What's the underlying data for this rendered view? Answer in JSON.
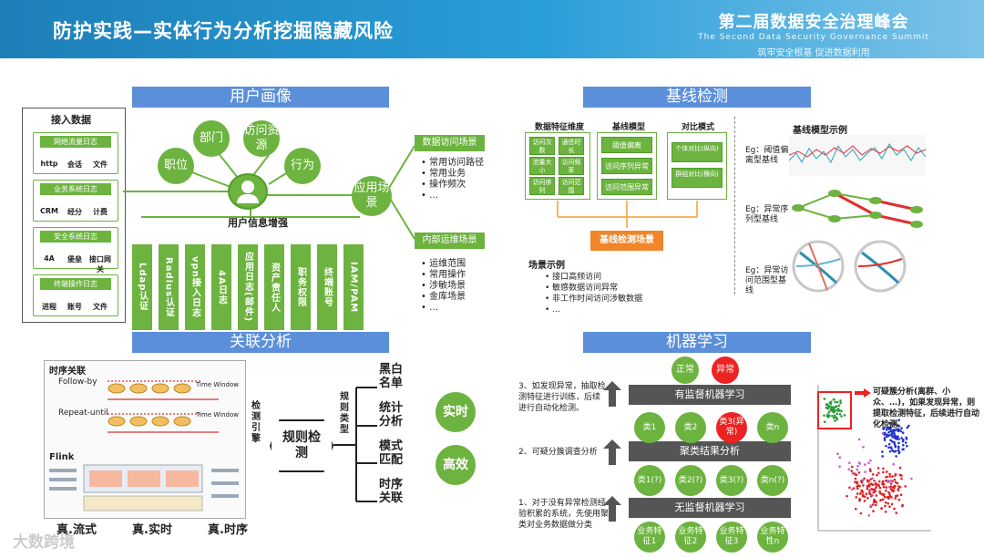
{
  "header": {
    "title": "防护实践—实体行为分析挖掘隐藏风险",
    "summit_title": "第二届数据安全治理峰会",
    "summit_en": "The Second Data Security Governance Summit",
    "summit_slogan": "筑牢安全根基  促进数据利用"
  },
  "user_profile": {
    "band": "用户画像",
    "access_title": "接入数据",
    "groups": [
      {
        "title": "网络流量日志",
        "items": [
          "http",
          "会话",
          "文件"
        ]
      },
      {
        "title": "业务系统日志",
        "items": [
          "CRM",
          "经分",
          "计费"
        ]
      },
      {
        "title": "安全系统日志",
        "items": [
          "4A",
          "堡垒",
          "接口网关"
        ]
      },
      {
        "title": "终端操作日志",
        "items": [
          "进程",
          "账号",
          "文件"
        ]
      }
    ],
    "circles": {
      "dept": "部门",
      "pos": "职位",
      "res": "访问资源",
      "beh": "行为",
      "app": "应用场景"
    },
    "enhance": "用户信息增强",
    "bars": [
      "Ldap认证",
      "Radius认证",
      "vpn接入日志",
      "4A日志",
      "应用日志(邮件)",
      "资产责任人",
      "职务权限",
      "终端账号",
      "IAM/PAM"
    ],
    "scene1_title": "数据访问场景",
    "scene1_items": [
      "常用访问路径",
      "常用业务",
      "操作频次",
      "…"
    ],
    "scene2_title": "内部运维场景",
    "scene2_items": [
      "运维范围",
      "常用操作",
      "涉敏场景",
      "金库场景",
      "…"
    ]
  },
  "baseline": {
    "band": "基线检测",
    "col1": "数据特征维度",
    "col2": "基线模型",
    "col3": "对比模式",
    "feat": [
      "访问次数",
      "通信时长",
      "流量大小",
      "访问频率",
      "访问序列",
      "访问范围"
    ],
    "models": [
      "阈值偏离",
      "访问序列异常",
      "访问范围异常"
    ],
    "compare": [
      "个体对比(纵向)",
      "群组对比(横向)"
    ],
    "scene_btn": "基线检测场景",
    "ex_title": "场景示例",
    "ex_items": [
      "接口高频访问",
      "敏感数据访问异常",
      "非工作时间访问涉敏数据",
      "…"
    ],
    "model_ex_title": "基线模型示例",
    "eg1": "Eg：阈值偏离型基线",
    "eg2": "Eg：异常序列型基线",
    "eg3": "Eg：异常访问范围型基线"
  },
  "correlation": {
    "band": "关联分析",
    "seq_title": "时序关联",
    "follow": "Follow-by",
    "repeat": "Repeat-until",
    "timewin": "Time Window",
    "flink": "Flink",
    "engine": "检测引擎",
    "rule": "规则检测",
    "rule_type": "规则类型",
    "types": [
      "黑白名单",
      "统计分析",
      "模式匹配",
      "时序关联"
    ],
    "c1": "实时",
    "c2": "高效",
    "bottom": [
      "真.流式",
      "真.实时",
      "真.时序"
    ],
    "watermark": "大数跨境"
  },
  "ml": {
    "band": "机器学习",
    "normal": "正常",
    "abnormal": "异常",
    "s1": "有监督机器学习",
    "s2": "聚类结果分析",
    "s3": "无监督机器学习",
    "t3": "3、如发现异常，抽取检测特征进行训练，后续进行自动化检测。",
    "t2": "2、可疑分簇调查分析",
    "t1": "1、对于没有异常检测经验积累的系统，先使用聚类对业务数据做分类",
    "row1": [
      "类1",
      "类2",
      "类3(异常)",
      "类n"
    ],
    "row2": [
      "类1(?)",
      "类2(?)",
      "类3(?)",
      "类n(?)"
    ],
    "row3": [
      "业务特征1",
      "业务特征2",
      "业务特征3",
      "业务特性n"
    ],
    "note": "可疑簇分析(离群、小众、…)，如果发现异常，则提取检测特征，后续进行自动化检测。"
  },
  "colors": {
    "green": "#6cb33f",
    "band": "#5b8fd9",
    "red": "#e22",
    "gray": "#555"
  }
}
